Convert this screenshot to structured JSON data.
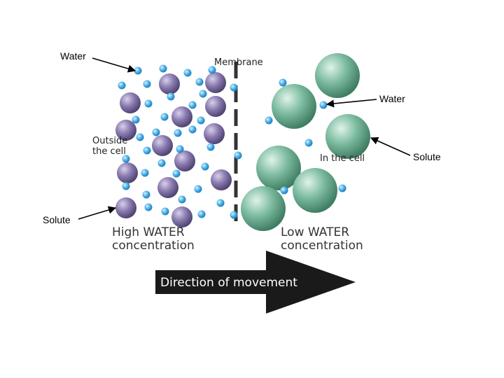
{
  "labels": {
    "water_left": "Water",
    "membrane": "Membrane",
    "water_right": "Water",
    "solute_right": "Solute",
    "outside_cell_line1": "Outside",
    "outside_cell_line2": "the cell",
    "in_the_cell": "In the cell",
    "solute_left": "Solute",
    "high_water_line1": "High WATER",
    "high_water_line2": "concentration",
    "low_water_line1": "Low WATER",
    "low_water_line2": "concentration",
    "direction": "Direction of movement"
  },
  "colors": {
    "water": "#3aa0dd",
    "solute_outside": "#7a6a9c",
    "solute_inside": "#5e9f82",
    "membrane": "#333333",
    "arrow": "#1a1a1a"
  }
}
